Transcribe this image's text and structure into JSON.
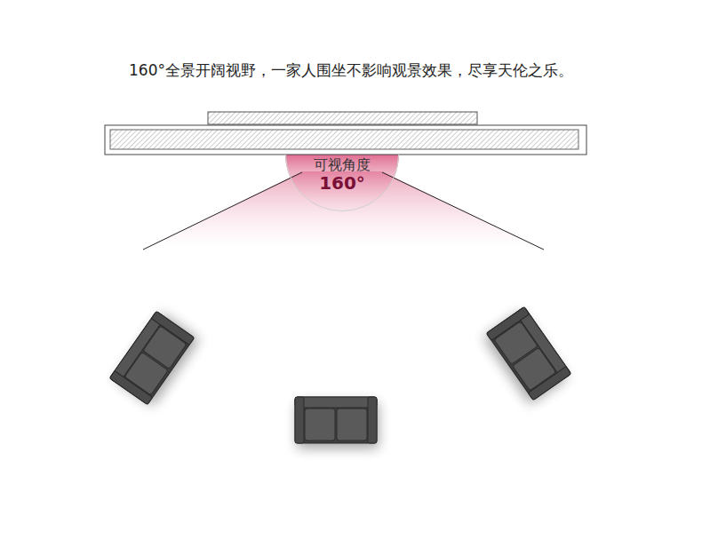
{
  "diagram": {
    "title": "160°全景开阔视野，一家人围坐不影响观景效果，尽享天伦之乐。",
    "nodes": [
      {
        "text": [
          "可视角度",
          "160°"
        ]
      }
    ]
  }
}
